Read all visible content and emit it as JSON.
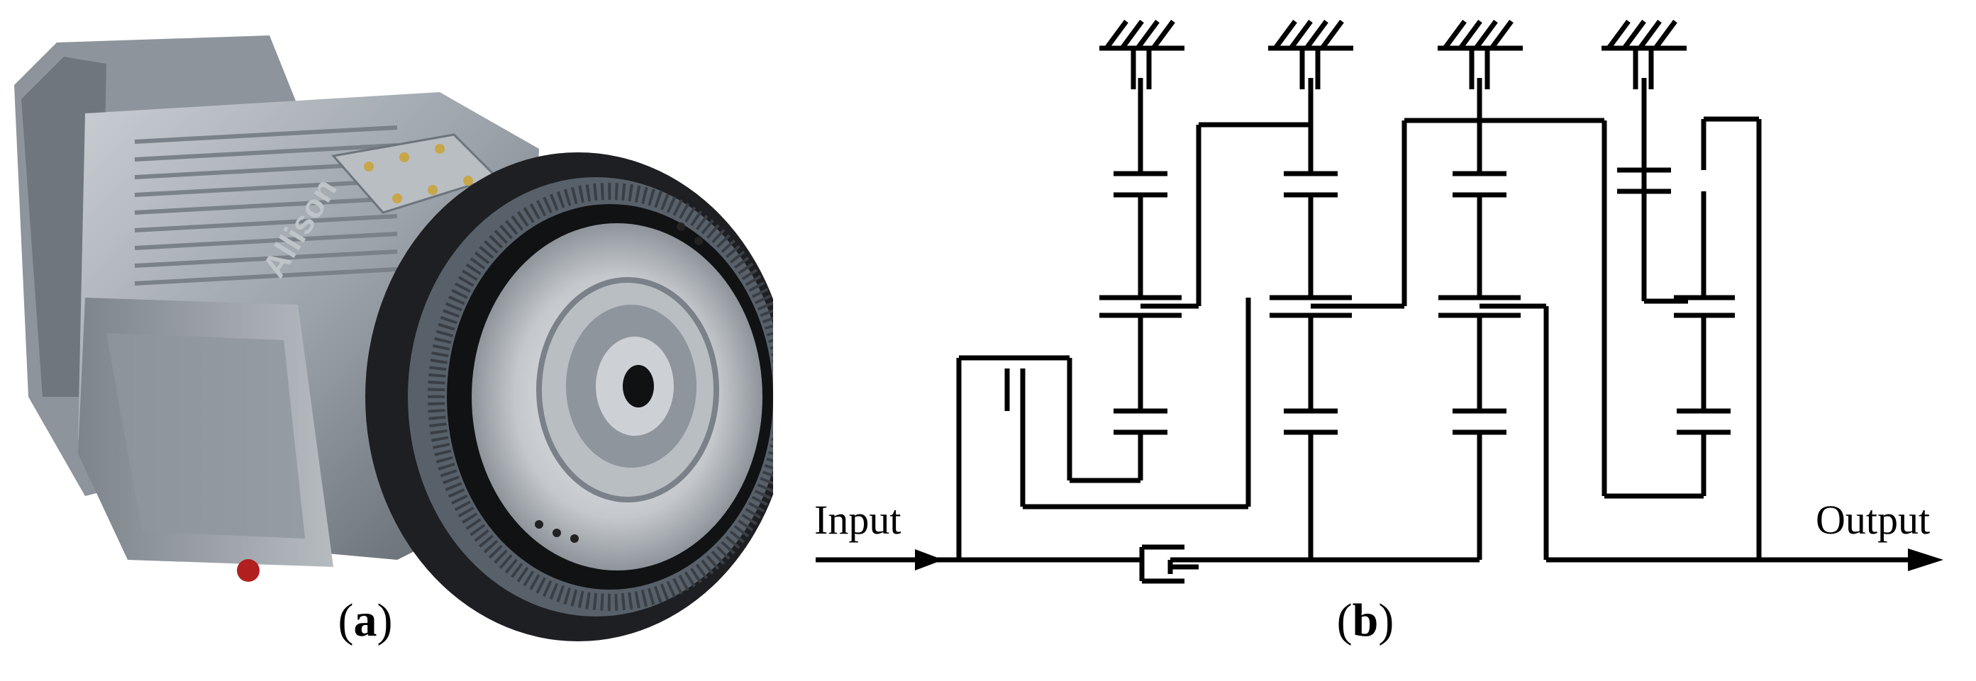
{
  "panel_a": {
    "caption": {
      "open": "(",
      "letter": "a",
      "close": ")"
    },
    "image_name": "transmission-photo",
    "logo_text": "Allison"
  },
  "panel_b": {
    "caption": {
      "open": "(",
      "letter": "b",
      "close": ")"
    },
    "input_label": "Input",
    "output_label": "Output"
  }
}
